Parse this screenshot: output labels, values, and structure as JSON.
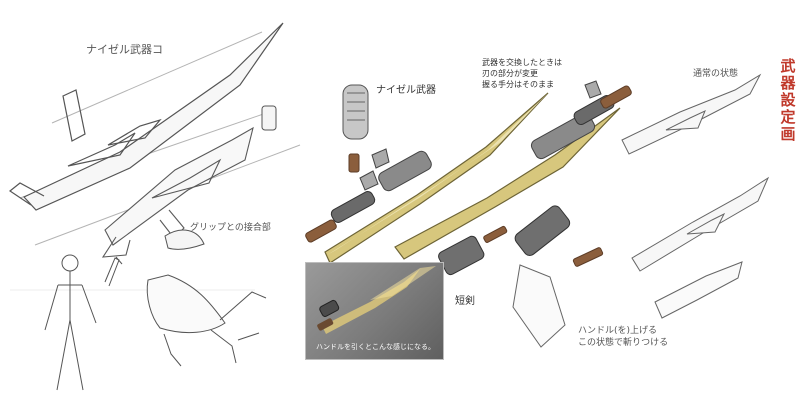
{
  "title_vertical": "武器設定画",
  "weapon_name": "ナイゼル武器",
  "weapon_name_left": "ナイゼル武器コ",
  "top_note_lines": [
    "武器を交換したときは",
    "刃の部分が変更",
    "握る手分はそのまま"
  ],
  "photo_caption": "ハンドルを引くとこんな感じになる。",
  "labels": {
    "short_sword": "短剣",
    "normal_state": "通常の状態",
    "grip_note": "グリップとの接合部",
    "hand_lift": "ハンドル(を)上げる",
    "hand_lift_2": "この状態で斬りつける"
  },
  "colors": {
    "title": "#c0392b",
    "blade_gold": "#d7c77d",
    "metal": "#6b6b6b",
    "leather": "#8b5e3c",
    "sketch": "#555555"
  }
}
